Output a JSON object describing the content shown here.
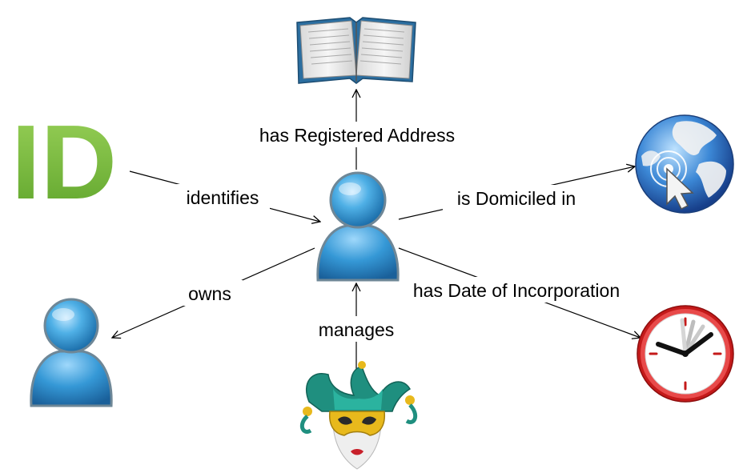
{
  "diagram": {
    "id_logo_text": "ID",
    "edges": {
      "registered_address": "has Registered Address",
      "identifies": "identifies",
      "domiciled": "is Domiciled in",
      "owns": "owns",
      "incorporation": "has Date of Incorporation",
      "manages": "manages"
    },
    "icons": {
      "central": "person-icon",
      "owned": "person-icon",
      "address": "book-icon",
      "identifier": "id-logo-icon",
      "jurisdiction": "globe-icon",
      "incorporation_date": "clock-icon",
      "manager": "jester-mask-icon"
    }
  },
  "colors": {
    "person_blue": "#2f8fcf",
    "id_green": "#7dbb3f",
    "globe_blue": "#2e6fc0",
    "clock_red": "#d21e1e",
    "jester_teal": "#1f8f7f",
    "mask_gold": "#e8b91c",
    "edge": "#000000"
  }
}
